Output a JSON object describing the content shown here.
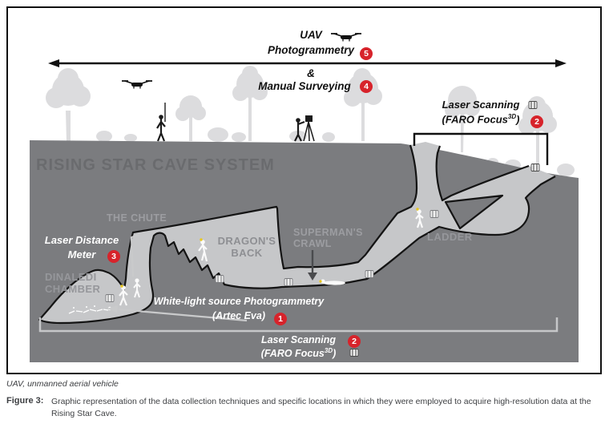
{
  "figure": {
    "title": "RISING STAR CAVE SYSTEM",
    "techniques": {
      "uav_photogrammetry": {
        "line1": "UAV",
        "line2": "Photogrammetry",
        "badge": "5"
      },
      "ampersand": "&",
      "manual_surveying": {
        "label": "Manual Surveying",
        "badge": "4"
      },
      "laser_scanning_top": {
        "line1": "Laser Scanning",
        "device_pre": "(FARO Focus",
        "device_sup": "3D",
        "device_post": ")",
        "badge": "2"
      },
      "laser_distance_meter": {
        "line1": "Laser Distance",
        "line2": "Meter",
        "badge": "3"
      },
      "white_light": {
        "line1": "White-light source Photogrammetry",
        "line2": "(Artec Eva)",
        "badge": "1"
      },
      "laser_scanning_bottom": {
        "line1": "Laser Scanning",
        "device_pre": "(FARO Focus",
        "device_sup": "3D",
        "device_post": ")",
        "badge": "2"
      }
    },
    "cave_labels": {
      "the_chute": "THE CHUTE",
      "dragons_back_line1": "DRAGON'S",
      "dragons_back_line2": "BACK",
      "supermans_crawl_line1": "SUPERMAN'S",
      "supermans_crawl_line2": "CRAWL",
      "ladder": "LADDER",
      "dinaledi_line1": "DINALEDI",
      "dinaledi_line2": "CHAMBER"
    },
    "icons": {
      "drone": "quadcopter silhouette",
      "scanner": "laser scanner box",
      "caver": "caver figure with yellow headlamp",
      "skeleton": "fossil skeleton remains",
      "tree": "tree silhouette",
      "surveyor": "surveyor with total station",
      "gps_person": "person with survey pole"
    },
    "colors": {
      "ground": "#7b7c7f",
      "cave": "#c6c7c9",
      "accent_red": "#d7232b",
      "tree": "#dcdcde"
    }
  },
  "caption": {
    "note": "UAV, unmanned aerial vehicle",
    "figure_label": "Figure 3:",
    "text": "Graphic representation of the data collection techniques and specific locations in which they were employed to acquire high-resolution data at the Rising Star Cave."
  }
}
